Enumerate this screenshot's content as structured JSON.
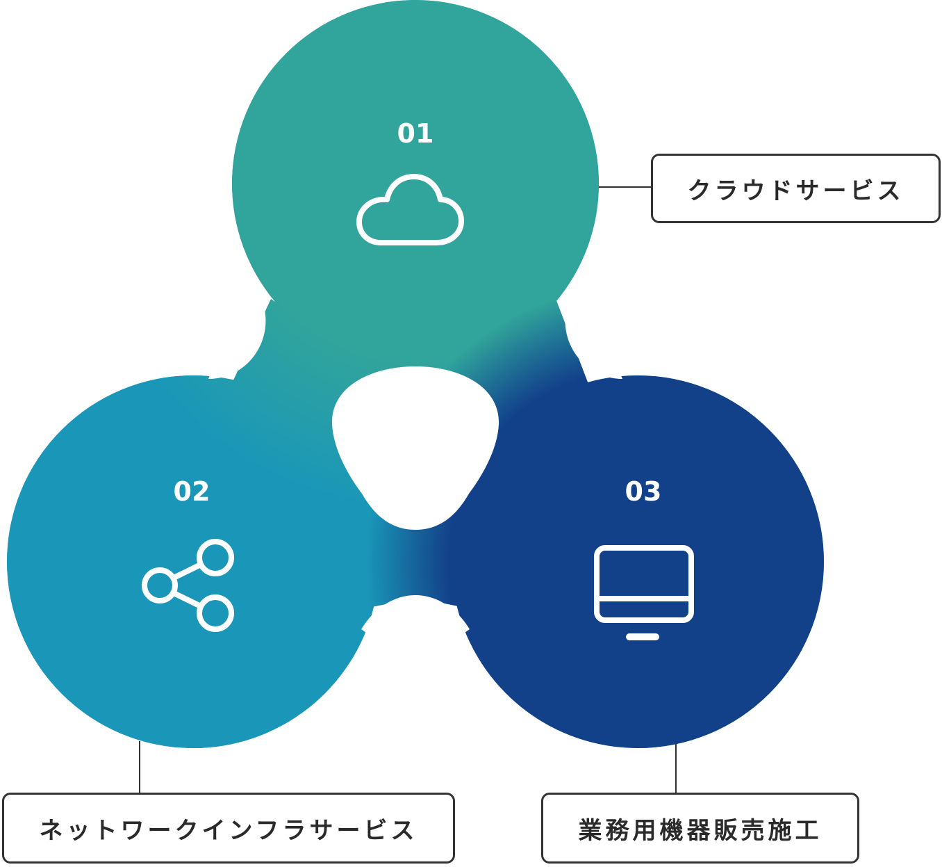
{
  "nodes": [
    {
      "number": "01",
      "label": "クラウドサービス",
      "icon": "cloud-icon",
      "color": "#31a49b"
    },
    {
      "number": "02",
      "label": "ネットワークインフラサービス",
      "icon": "share-icon",
      "color": "#1a97b8"
    },
    {
      "number": "03",
      "label": "業務用機器販売施工",
      "icon": "monitor-icon",
      "color": "#134189"
    }
  ],
  "colors": {
    "connector": "#333333",
    "icon_stroke": "#ffffff",
    "label_border": "#333333"
  }
}
